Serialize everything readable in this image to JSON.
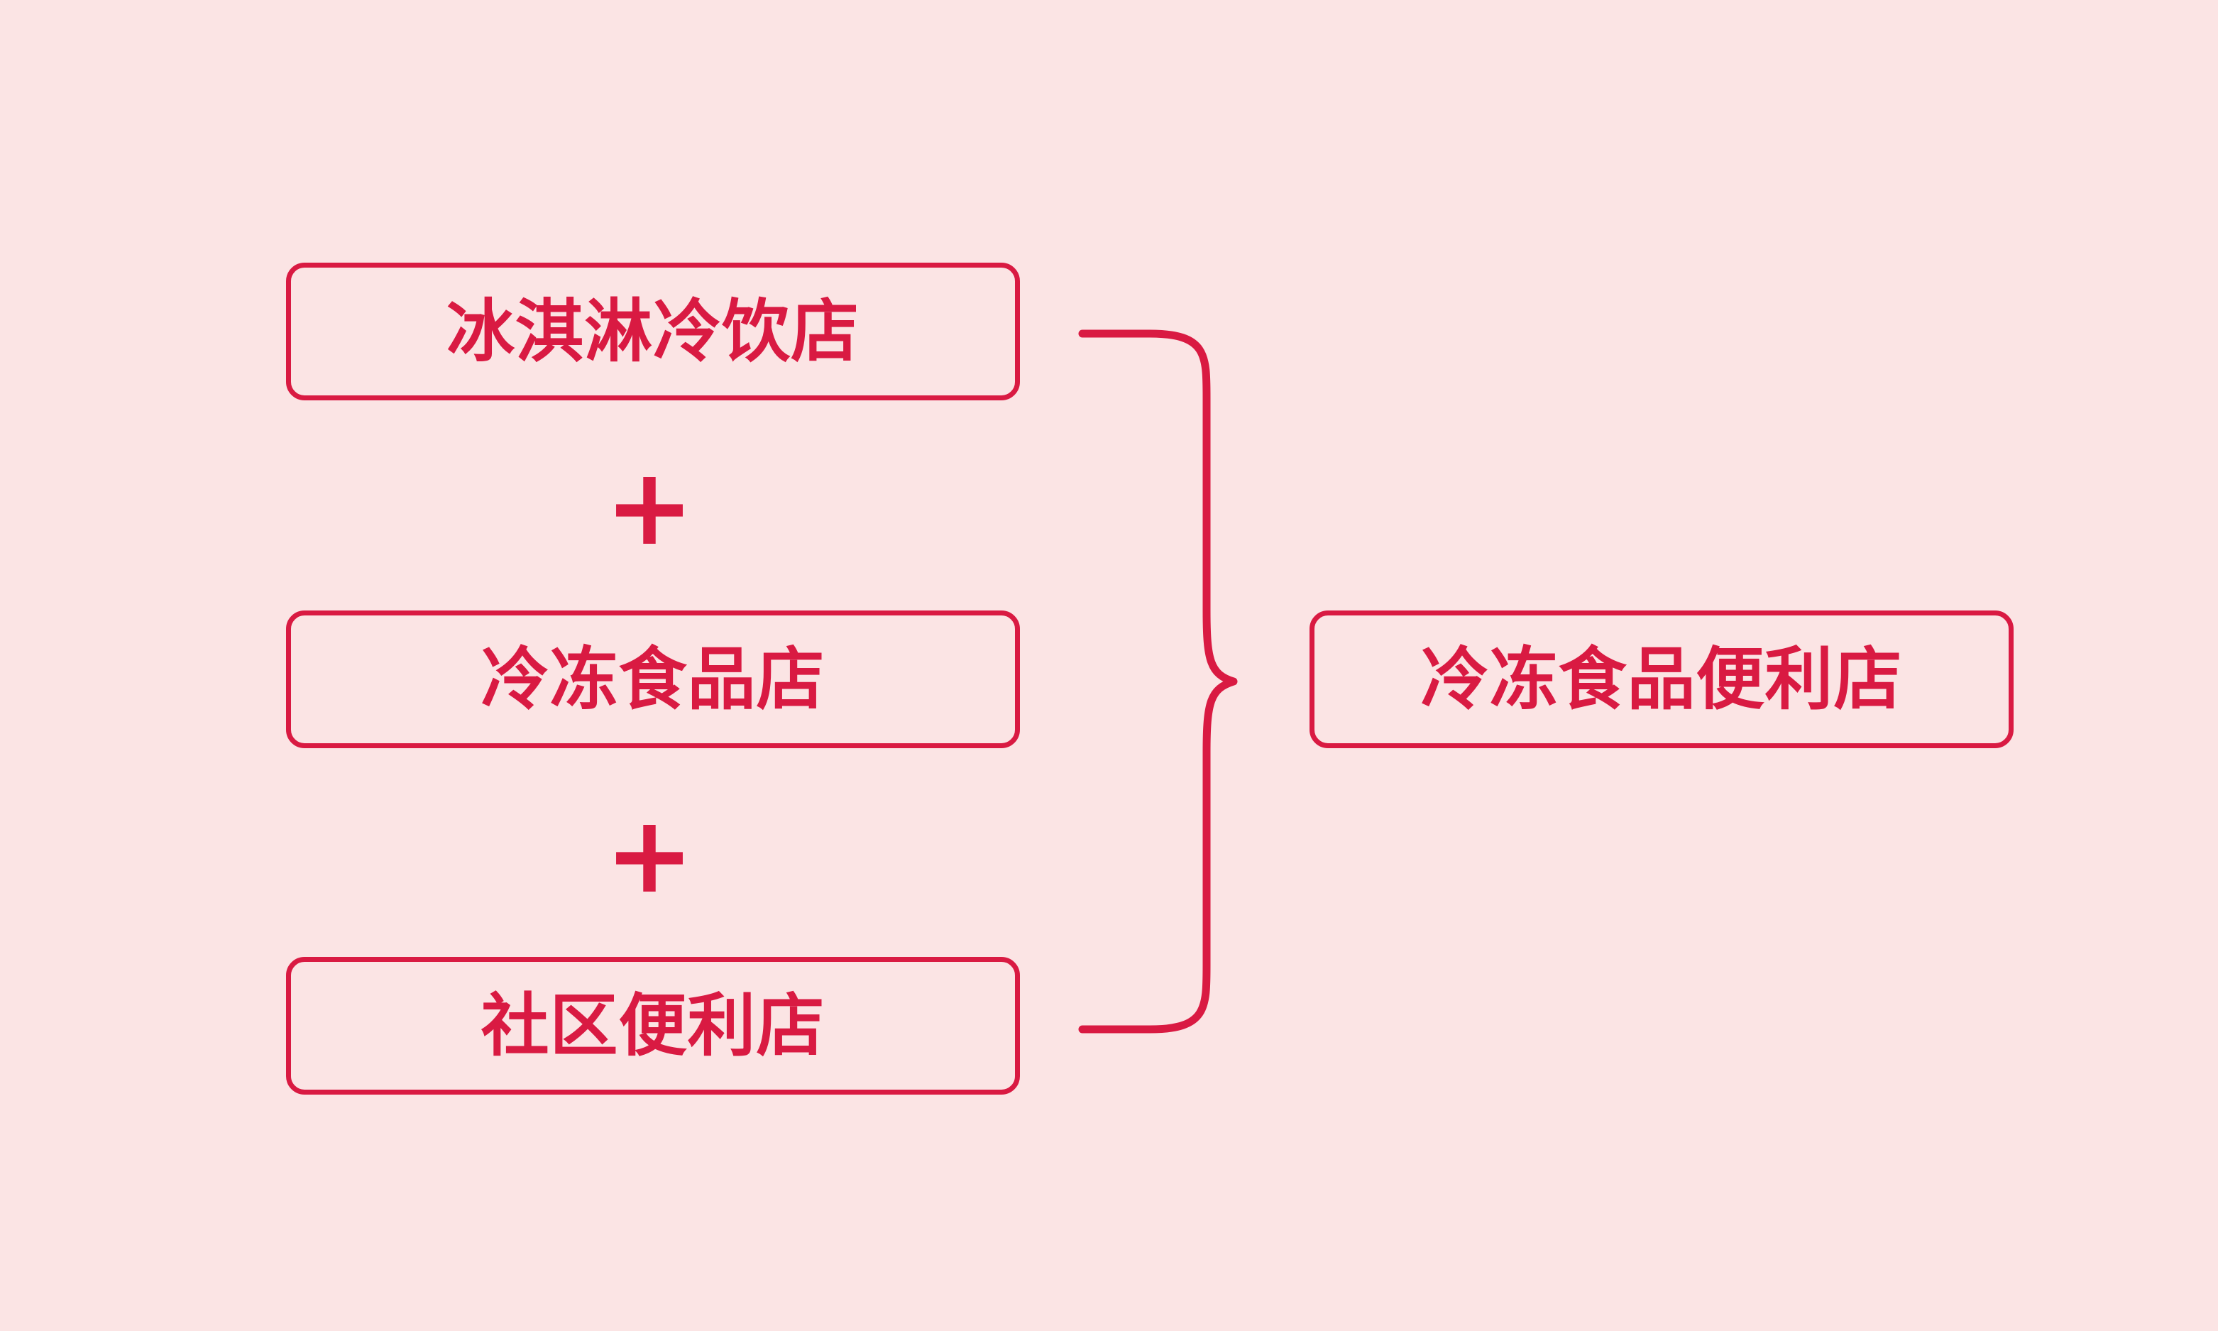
{
  "diagram": {
    "type": "equation-combination",
    "background_color": "#fbe4e4",
    "accent_color": "#d91a42",
    "operands": [
      {
        "label": "冰淇淋冷饮店"
      },
      {
        "label": "冷冻食品店"
      },
      {
        "label": "社区便利店"
      }
    ],
    "operators": [
      {
        "symbol": "+"
      },
      {
        "symbol": "+"
      }
    ],
    "connector": {
      "symbol": "}"
    },
    "result": {
      "label": "冷冻食品便利店"
    }
  }
}
